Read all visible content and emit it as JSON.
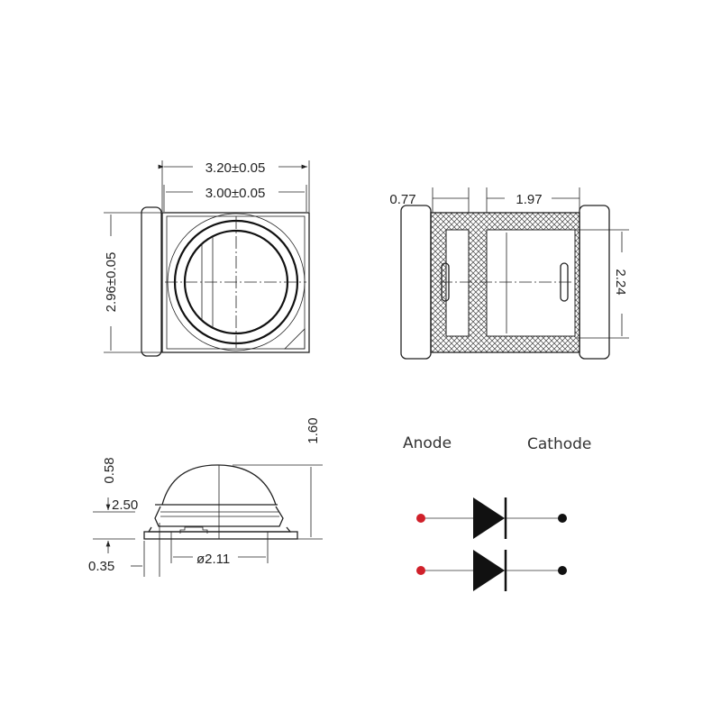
{
  "top_view": {
    "width_outer": "3.20±0.05",
    "width_inner": "3.00±0.05",
    "height": "2.96±0.05"
  },
  "bottom_view": {
    "pad_width": "0.77",
    "cavity_width": "1.97",
    "cavity_height": "2.24"
  },
  "side_view": {
    "total_height": "1.60",
    "lens_offset": "0.58",
    "lens_width": "2.50",
    "base_height": "0.35",
    "lens_diameter": "ø2.11"
  },
  "schematic": {
    "anode_label": "Anode",
    "cathode_label": "Cathode",
    "anode_color": "#d0202a",
    "cathode_color": "#111111"
  }
}
